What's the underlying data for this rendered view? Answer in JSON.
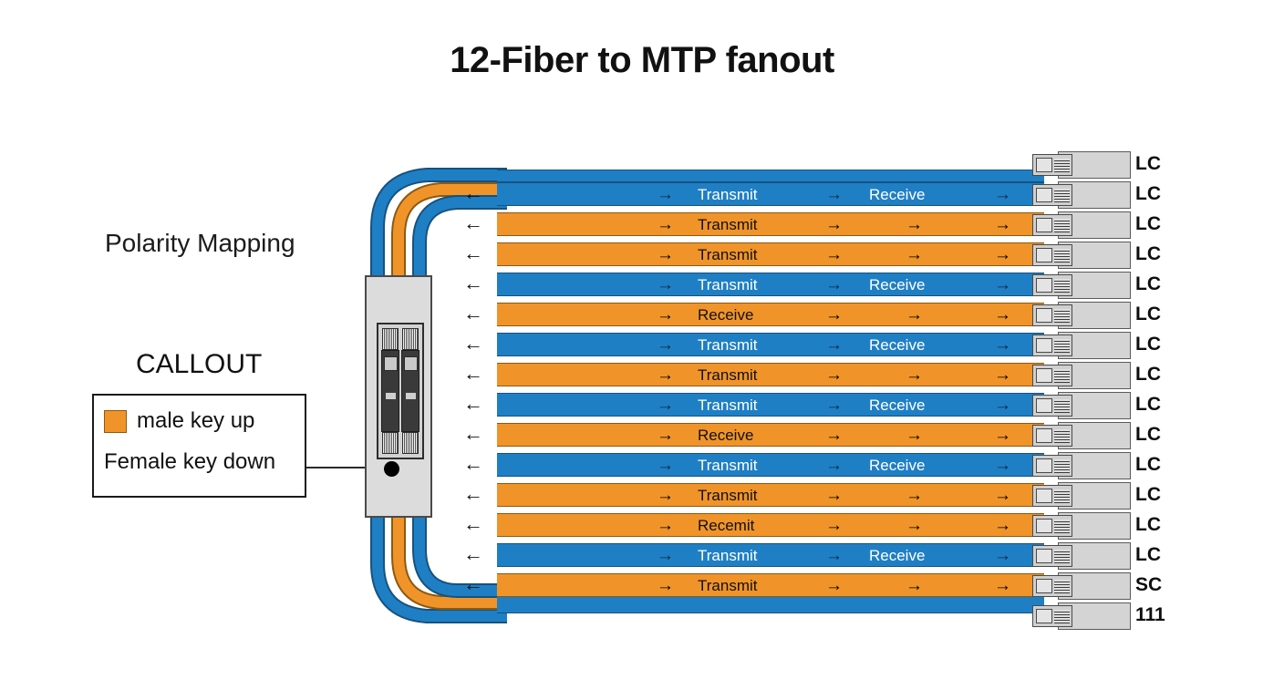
{
  "title": "12-Fiber to MTP fanout",
  "labels": {
    "polarity_mapping": "Polarity Mapping",
    "callout_title": "CALLOUT"
  },
  "legend": {
    "swatch_color": "#F0942A",
    "items": [
      {
        "text": "male key up",
        "has_swatch": true
      },
      {
        "text": "Female key down",
        "has_swatch": false
      }
    ]
  },
  "colors": {
    "blue": "#1F7FC4",
    "orange": "#F0942A",
    "connector_gray": "#D4D4D4",
    "mtp_gray": "#DCDCDC",
    "text_dark": "#111111",
    "text_light": "#FFFFFF"
  },
  "mtp_block": {
    "name": "MTP connector",
    "module_count": 2,
    "callout_anchor": "dot"
  },
  "trunk": {
    "cable_colors": [
      "#1F7FC4",
      "#F0942A",
      "#1F7FC4"
    ],
    "cable_count_top": 3,
    "cable_count_bottom": 3
  },
  "arrow_glyph_right": "→",
  "arrow_glyph_left": "←",
  "fiber_rows": [
    {
      "index": 1,
      "color": "blue",
      "labels": [
        "Transmit",
        "Receive"
      ],
      "arrows": 3,
      "left_arrow": true
    },
    {
      "index": 2,
      "color": "orange",
      "labels": [
        "Transmit"
      ],
      "arrows": 4,
      "left_arrow": true
    },
    {
      "index": 3,
      "color": "orange",
      "labels": [
        "Transmit"
      ],
      "arrows": 4,
      "left_arrow": true
    },
    {
      "index": 4,
      "color": "blue",
      "labels": [
        "Transmit",
        "Receive"
      ],
      "arrows": 3,
      "left_arrow": true
    },
    {
      "index": 5,
      "color": "orange",
      "labels": [
        "Receive"
      ],
      "arrows": 4,
      "left_arrow": true
    },
    {
      "index": 6,
      "color": "blue",
      "labels": [
        "Transmit",
        "Receive"
      ],
      "arrows": 3,
      "left_arrow": true
    },
    {
      "index": 7,
      "color": "orange",
      "labels": [
        "Transmit"
      ],
      "arrows": 4,
      "left_arrow": true
    },
    {
      "index": 8,
      "color": "blue",
      "labels": [
        "Transmit",
        "Receive"
      ],
      "arrows": 3,
      "left_arrow": true
    },
    {
      "index": 9,
      "color": "orange",
      "labels": [
        "Receive"
      ],
      "arrows": 4,
      "left_arrow": true
    },
    {
      "index": 10,
      "color": "blue",
      "labels": [
        "Transmit",
        "Receive"
      ],
      "arrows": 3,
      "left_arrow": true
    },
    {
      "index": 11,
      "color": "orange",
      "labels": [
        "Transmit"
      ],
      "arrows": 4,
      "left_arrow": true
    },
    {
      "index": 12,
      "color": "orange",
      "labels": [
        "Recemit"
      ],
      "arrows": 4,
      "left_arrow": true
    },
    {
      "index": 13,
      "color": "blue",
      "labels": [
        "Transmit",
        "Receive"
      ],
      "arrows": 3,
      "left_arrow": true
    },
    {
      "index": 14,
      "color": "orange",
      "labels": [
        "Transmit"
      ],
      "arrows": 4,
      "left_arrow": true
    }
  ],
  "connectors": [
    {
      "index": 1,
      "label": "LC"
    },
    {
      "index": 2,
      "label": "LC"
    },
    {
      "index": 3,
      "label": "LC"
    },
    {
      "index": 4,
      "label": "LC"
    },
    {
      "index": 5,
      "label": "LC"
    },
    {
      "index": 6,
      "label": "LC"
    },
    {
      "index": 7,
      "label": "LC"
    },
    {
      "index": 8,
      "label": "LC"
    },
    {
      "index": 9,
      "label": "LC"
    },
    {
      "index": 10,
      "label": "LC"
    },
    {
      "index": 11,
      "label": "LC"
    },
    {
      "index": 12,
      "label": "LC"
    },
    {
      "index": 13,
      "label": "LC"
    },
    {
      "index": 14,
      "label": "LC"
    },
    {
      "index": 15,
      "label": "SC"
    },
    {
      "index": 16,
      "label": "111"
    }
  ]
}
